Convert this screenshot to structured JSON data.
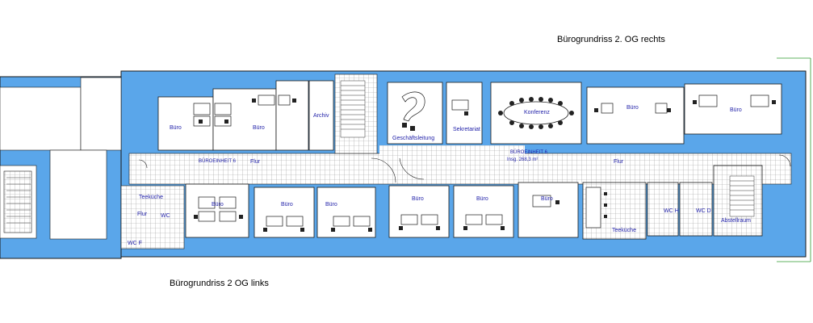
{
  "titles": {
    "right": "Bürogrundriss 2. OG rechts",
    "left": "Bürogrundriss 2 OG links"
  },
  "rooms": {
    "buero": "Büro",
    "archiv": "Archiv",
    "geschaeftsleitung": "Geschäftsleitung",
    "sekretariat": "Sekretariat",
    "konferenz": "Konferenz",
    "teekueche": "Teeküche",
    "flur": "Flur",
    "wc": "WC",
    "wc_h": "WC H",
    "wc_d": "WC D",
    "wc_f": "WC F",
    "abstellraum": "Abstellraum",
    "teekueche_right": "Teeküche",
    "bueroeinheit_left": "BÜROEINHEIT 6",
    "bueroeinheit_right": "BÜROEINHEIT 6",
    "area": "Insg. 268,3 m²"
  },
  "colors": {
    "wall": "#5aa6ea",
    "outline": "#1a1a1a",
    "tile": "#b9b9b9",
    "label": "#1f1fa8"
  }
}
